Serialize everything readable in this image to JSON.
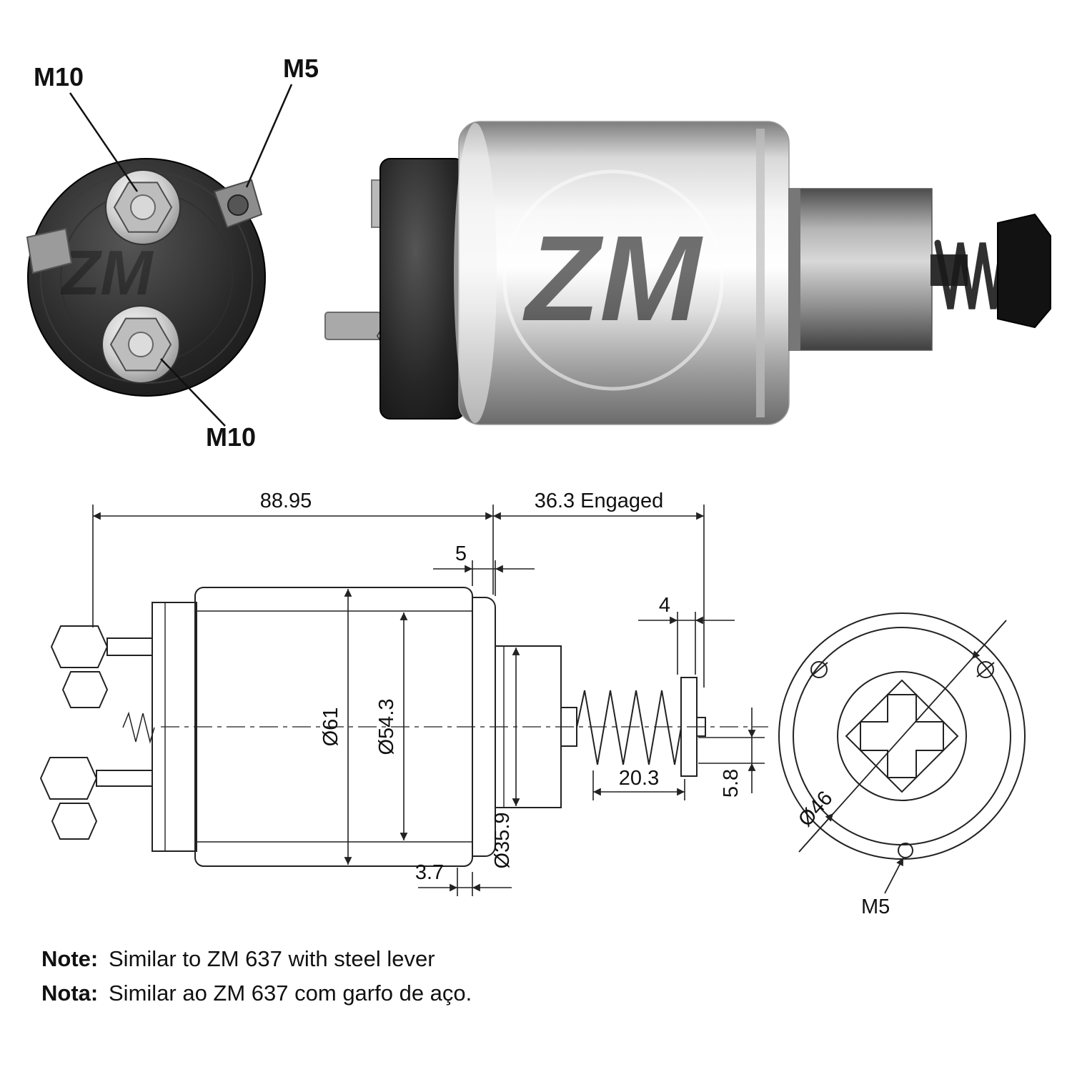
{
  "colors": {
    "background": "#ffffff",
    "line": "#222222",
    "text": "#111111"
  },
  "end_view_photo": {
    "labels": {
      "top_left": "M10",
      "top_right": "M5",
      "bottom": "M10"
    },
    "watermark": "ZM"
  },
  "side_view_photo": {
    "watermark": "ZM"
  },
  "dimension_drawing": {
    "length_total": "88.95",
    "length_engaged": "36.3 Engaged",
    "flange_width": "5",
    "washer_width": "4",
    "dia_body": "Ø61",
    "dia_inner": "Ø54.3",
    "dia_collar": "Ø35.9",
    "spring_length": "20.3",
    "step_height": "5.8",
    "lip_width": "3.7"
  },
  "end_view_drawing": {
    "dia_label": "Ø46",
    "thread_label": "M5"
  },
  "notes": [
    {
      "label": "Note:",
      "text": "Similar to ZM 637 with steel lever"
    },
    {
      "label": "Nota:",
      "text": "Similar ao ZM 637 com garfo de aço."
    }
  ]
}
